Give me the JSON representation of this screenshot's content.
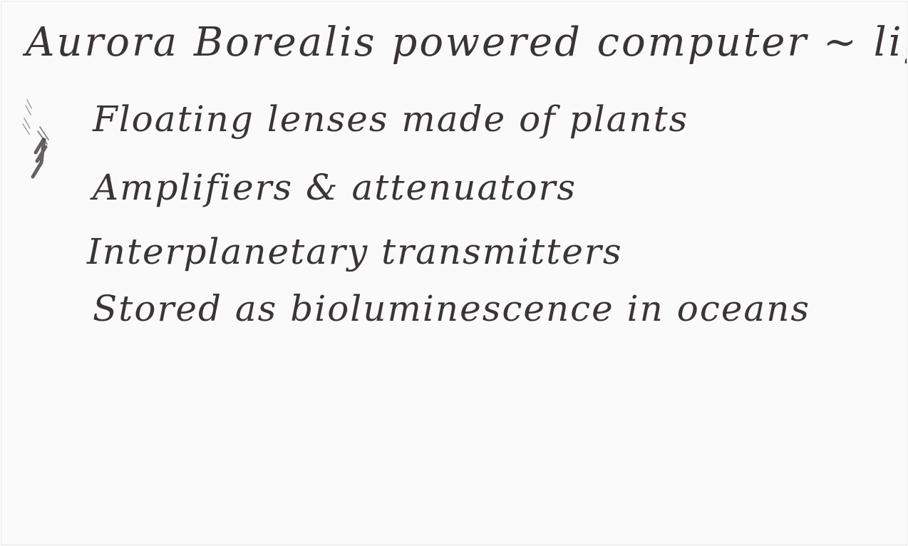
{
  "note": {
    "title": "Aurora Borealis powered computer ~ light energy",
    "lines": [
      "Floating lenses made of plants",
      "Amplifiers & attenuators",
      "Interplanetary transmitters",
      "Stored as bioluminescence in oceans"
    ]
  },
  "colors": {
    "paper": "#fafafa",
    "ink": "#3a3436"
  }
}
